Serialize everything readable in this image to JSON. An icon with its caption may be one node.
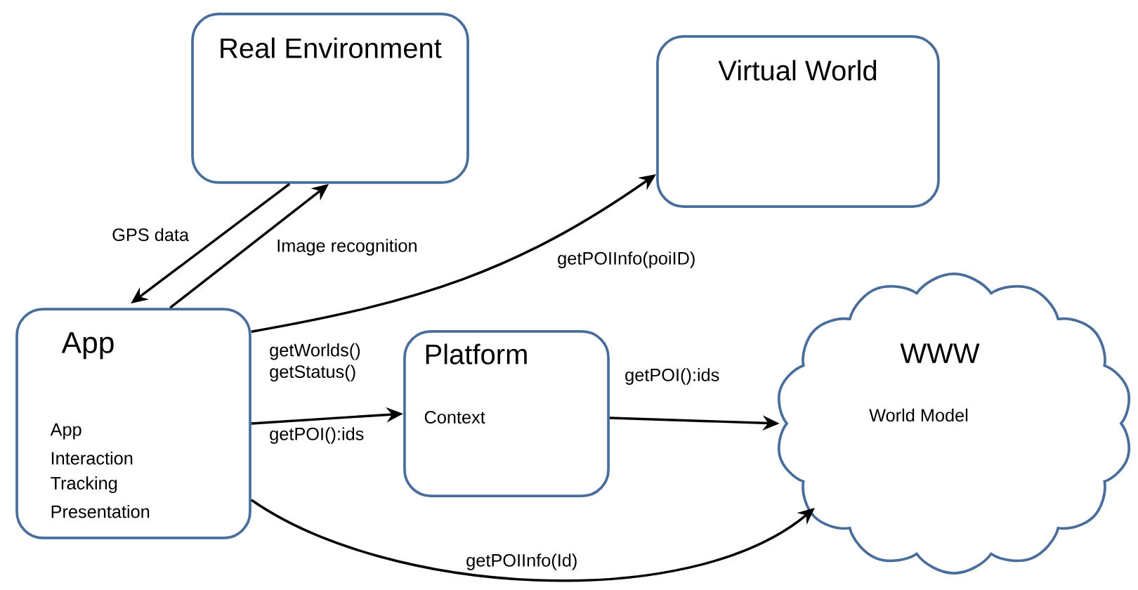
{
  "diagram": {
    "nodes": [
      {
        "text": [
          "Real Environment"
        ]
      },
      {
        "text": [
          "Virtual World"
        ]
      },
      {
        "text": [
          "App",
          "App",
          "Interaction",
          "Tracking",
          "Presentation"
        ]
      },
      {
        "text": [
          "Platform",
          "Context"
        ]
      },
      {
        "text": [
          "WWW",
          "World Model"
        ]
      }
    ],
    "edges": [
      {
        "from": 0,
        "to": 2,
        "arrow": "to",
        "label": "GPS data"
      },
      {
        "from": 2,
        "to": 0,
        "arrow": "to",
        "label": "Image recognition"
      },
      {
        "from": 2,
        "to": 1,
        "arrow": "to",
        "label": "getPOIInfo(poiID)"
      },
      {
        "from": 2,
        "to": 3,
        "arrow": "to",
        "label": "getWorlds() getStatus()"
      },
      {
        "from": 3,
        "to": 4,
        "arrow": "to",
        "label": "getPOI():ids"
      },
      {
        "from": 2,
        "to": 4,
        "arrow": "to",
        "label": "getPOIInfo(Id)"
      }
    ],
    "labels": [
      "getPOI():ids"
    ]
  }
}
